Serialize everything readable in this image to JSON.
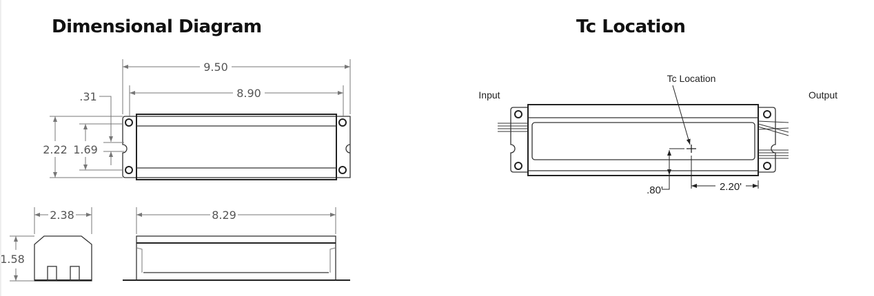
{
  "titles": {
    "dimensional": "Dimensional Diagram",
    "tc": "Tc Location"
  },
  "dimensional": {
    "overall_length": "9.50",
    "mount_spacing": "8.90",
    "slot_offset": ".31",
    "overall_width": "2.22",
    "mount_width": "1.69",
    "end_width": "2.38",
    "height": "1.58",
    "body_length": "8.29"
  },
  "tc": {
    "label": "Tc Location",
    "input": "Input",
    "output": "Output",
    "vertical_offset": ".80'",
    "horizontal_offset": "2.20'"
  }
}
